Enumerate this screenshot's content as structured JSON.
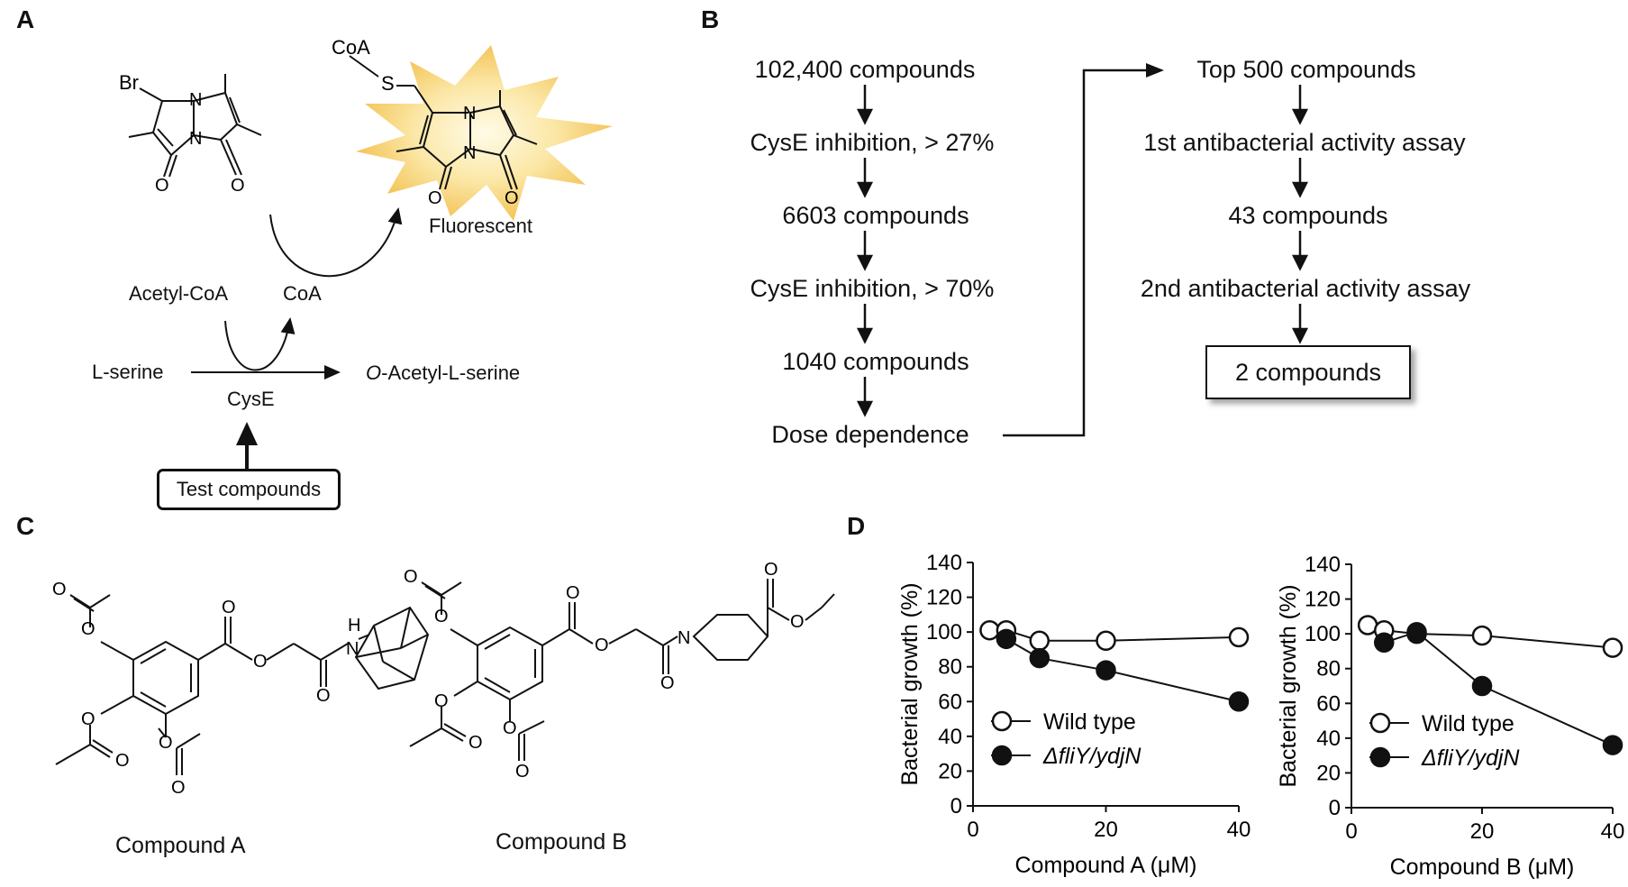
{
  "panels": {
    "a": "A",
    "b": "B",
    "c": "C",
    "d": "D"
  },
  "panel_a": {
    "atom_br": "Br",
    "atom_coa": "CoA",
    "atom_s": "S",
    "atom_n": "N",
    "atom_o": "O",
    "fluorescent": "Fluorescent",
    "acetyl_coa": "Acetyl-CoA",
    "coa": "CoA",
    "l_serine": "L-serine",
    "product_italic": "O",
    "product_rest": "-Acetyl-L-serine",
    "enzyme": "CysE",
    "test_compounds": "Test compounds"
  },
  "panel_b": {
    "left": [
      "102,400 compounds",
      "CysE inhibition, > 27%",
      "6603 compounds",
      "CysE inhibition, > 70%",
      "1040 compounds",
      "Dose dependence"
    ],
    "right": [
      "Top 500 compounds",
      "1st antibacterial activity assay",
      "43 compounds",
      "2nd antibacterial activity assay",
      "2 compounds"
    ]
  },
  "panel_c": {
    "compound_a": "Compound A",
    "compound_b": "Compound B",
    "atom_o": "O",
    "atom_n": "N",
    "atom_h": "H"
  },
  "chart_data": [
    {
      "type": "line",
      "xlabel": "Compound A (μM)",
      "ylabel": "Bacterial growth (%)",
      "xlim": [
        0,
        40
      ],
      "ylim": [
        0,
        140
      ],
      "xticks": [
        0,
        20,
        40
      ],
      "yticks": [
        0,
        20,
        40,
        60,
        80,
        100,
        120,
        140
      ],
      "legend_position": "lower-left",
      "series": [
        {
          "name": "Wild type",
          "marker": "open-circle",
          "x": [
            2.5,
            5,
            10,
            20,
            40
          ],
          "values": [
            101,
            101,
            95,
            95,
            97
          ]
        },
        {
          "name": "ΔfliY/ydjN",
          "marker": "filled-circle",
          "x": [
            5,
            10,
            20,
            40
          ],
          "values": [
            96,
            85,
            78,
            60
          ]
        }
      ]
    },
    {
      "type": "line",
      "xlabel": "Compound B (μM)",
      "ylabel": "Bacterial growth (%)",
      "xlim": [
        0,
        40
      ],
      "ylim": [
        0,
        140
      ],
      "xticks": [
        0,
        20,
        40
      ],
      "yticks": [
        0,
        20,
        40,
        60,
        80,
        100,
        120,
        140
      ],
      "legend_position": "lower-left",
      "series": [
        {
          "name": "Wild type",
          "marker": "open-circle",
          "x": [
            2.5,
            5,
            10,
            20,
            40
          ],
          "values": [
            105,
            102,
            100,
            99,
            92
          ]
        },
        {
          "name": "ΔfliY/ydjN",
          "marker": "filled-circle",
          "x": [
            5,
            10,
            20,
            40
          ],
          "values": [
            95,
            101,
            70,
            36
          ]
        }
      ]
    }
  ]
}
